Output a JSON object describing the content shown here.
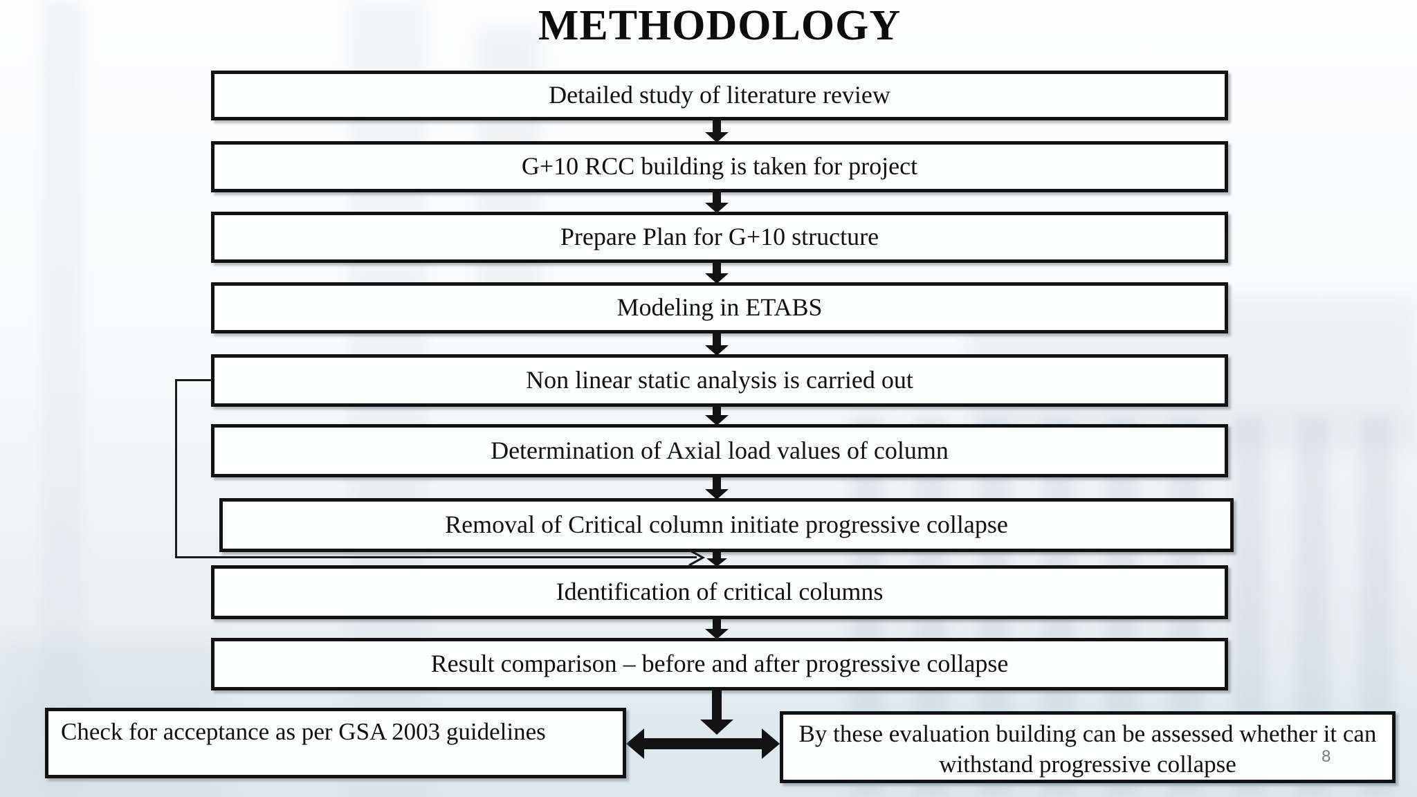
{
  "slide": {
    "title": "METHODOLOGY",
    "page_number": "8"
  },
  "flow": {
    "boxes": [
      {
        "label": "Detailed study of literature review"
      },
      {
        "label": "G+10 RCC building is taken for project"
      },
      {
        "label": "Prepare Plan for G+10 structure"
      },
      {
        "label": "Modeling in ETABS"
      },
      {
        "label": "Non linear static analysis is carried out"
      },
      {
        "label": "Determination of Axial load values of column"
      },
      {
        "label": "Removal of Critical column initiate progressive collapse"
      },
      {
        "label": "Identification of critical columns"
      },
      {
        "label": "Result comparison – before and after progressive collapse"
      }
    ],
    "bottom_left": {
      "label": "Check for acceptance as per GSA 2003 guidelines"
    },
    "bottom_right": {
      "label": "By these evaluation building can be assessed whether it can withstand progressive collapse"
    }
  },
  "colors": {
    "box_border": "#121212",
    "box_fill": "#fdfefe",
    "arrow": "#121212",
    "page_number": "#7a7d80",
    "background_bottom": "#dce7e9"
  }
}
